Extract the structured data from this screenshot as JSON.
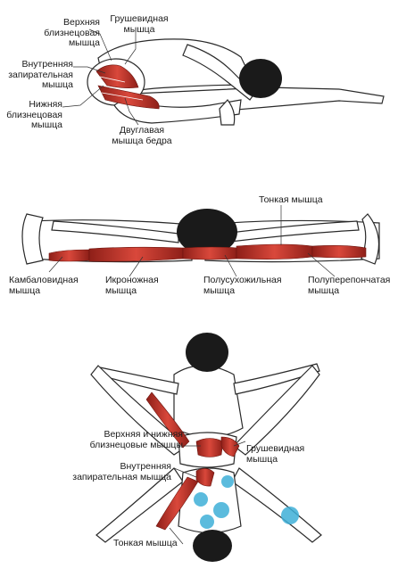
{
  "labels": {
    "piriformis_top": [
      "Грушевидная",
      "мышца"
    ],
    "superior_gemellus_top": [
      "Верхняя",
      "близнецовая",
      "мышца"
    ],
    "obturator_internus_top": [
      "Внутренняя",
      "запирательная",
      "мышца"
    ],
    "inferior_gemellus_top": [
      "Нижняя",
      "близнецовая",
      "мышца"
    ],
    "biceps_femoris": [
      "Двуглавая",
      "мышца бедра"
    ],
    "gracilis_mid": [
      "Тонкая мышца"
    ],
    "soleus": [
      "Камбаловидная",
      "мышца"
    ],
    "gastrocnemius": [
      "Икроножная",
      "мышца"
    ],
    "semitendinosus": [
      "Полусухожильная",
      "мышца"
    ],
    "semimembranosus": [
      "Полуперепончатая",
      "мышца"
    ],
    "gemelli_bottom": [
      "Верхняя и нижняя",
      "близнецовые мышцы"
    ],
    "piriformis_bottom": [
      "Грушевидная",
      "мышца"
    ],
    "obturator_internus_bottom": [
      "Внутренняя",
      "запирательная мышца"
    ],
    "gracilis_bottom": [
      "Тонкая мышца"
    ]
  },
  "colors": {
    "muscle": "#c8372d",
    "muscle_dark": "#8e1f18",
    "stretch_blue": "#3fb0d8",
    "outline": "#2a2a2a",
    "hair": "#1a1a1a",
    "skin": "#ffffff"
  }
}
